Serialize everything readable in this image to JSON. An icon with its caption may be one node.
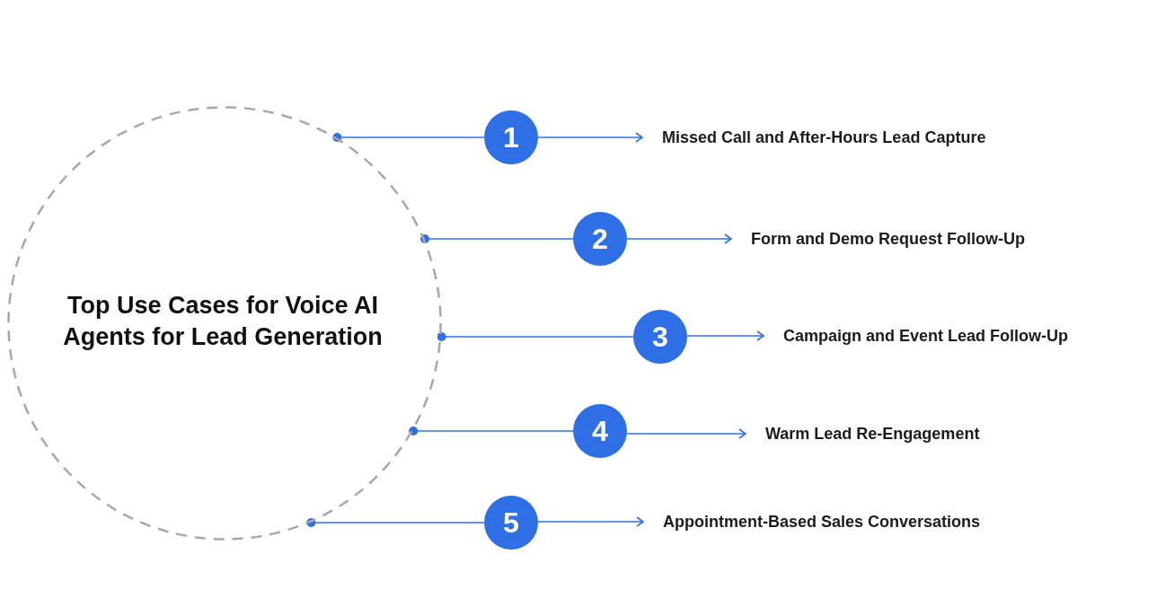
{
  "diagram": {
    "nodes": [
      {
        "text": [
          "Top Use Cases for Voice AI Agents for Lead Generation"
        ]
      },
      {
        "text": [
          "1"
        ]
      },
      {
        "text": [
          "Missed Call and After-Hours Lead Capture"
        ]
      },
      {
        "text": [
          "2"
        ]
      },
      {
        "text": [
          "Form and Demo Request Follow-Up"
        ]
      },
      {
        "text": [
          "3"
        ]
      },
      {
        "text": [
          "Campaign and Event Lead Follow-Up"
        ]
      },
      {
        "text": [
          "4"
        ]
      },
      {
        "text": [
          "Warm Lead Re-Engagement"
        ]
      },
      {
        "text": [
          "5"
        ]
      },
      {
        "text": [
          "Appointment-Based Sales Conversations"
        ]
      }
    ],
    "edges": [
      {
        "from": 0,
        "to": 1,
        "arrow": "other"
      },
      {
        "from": 1,
        "to": 2,
        "arrow": "to"
      },
      {
        "from": 0,
        "to": 3,
        "arrow": "other"
      },
      {
        "from": 3,
        "to": 4,
        "arrow": "to"
      },
      {
        "from": 0,
        "to": 5,
        "arrow": "other"
      },
      {
        "from": 5,
        "to": 6,
        "arrow": "to"
      },
      {
        "from": 0,
        "to": 7,
        "arrow": "other"
      },
      {
        "from": 7,
        "to": 8,
        "arrow": "to"
      },
      {
        "from": 0,
        "to": 9,
        "arrow": "other"
      },
      {
        "from": 9,
        "to": 10,
        "arrow": "to"
      }
    ]
  }
}
